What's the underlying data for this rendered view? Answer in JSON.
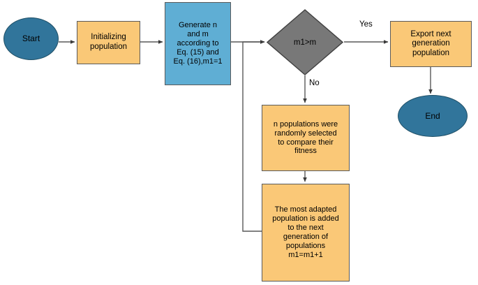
{
  "diagram": {
    "title": "Genetic algorithm population generation flowchart",
    "background": "#ffffff",
    "colors": {
      "orange_fill": "#fac877",
      "blue_fill": "#5faed4",
      "steel_fill": "#31759b",
      "gray_fill": "#787878",
      "shape_stroke": "#5a5a5a",
      "gray_stroke": "#404040",
      "edge_stroke": "#595959",
      "text": "#000000"
    },
    "nodes": {
      "start": {
        "label": "Start",
        "shape": "ellipse",
        "fill": "steel"
      },
      "initializing": {
        "label": "Initializing\npopulation",
        "shape": "rect",
        "fill": "orange"
      },
      "generate": {
        "label": "Generate n\nand m\naccording to\nEq. (15) and\nEq. (16),m1=1",
        "shape": "rect",
        "fill": "blue"
      },
      "decision": {
        "label": "m1>m",
        "shape": "diamond",
        "fill": "gray"
      },
      "export": {
        "label": "Export next\ngeneration\npopulation",
        "shape": "rect",
        "fill": "orange"
      },
      "end": {
        "label": "End",
        "shape": "ellipse",
        "fill": "steel"
      },
      "select": {
        "label": "n populations were\nrandomly selected\nto compare their\nfitness",
        "shape": "rect",
        "fill": "orange"
      },
      "adapted": {
        "label": "The most adapted\npopulation is added\nto the next\ngeneration of\npopulations\nm1=m1+1",
        "shape": "rect",
        "fill": "orange"
      }
    },
    "edge_labels": {
      "yes": "Yes",
      "no": "No"
    }
  }
}
